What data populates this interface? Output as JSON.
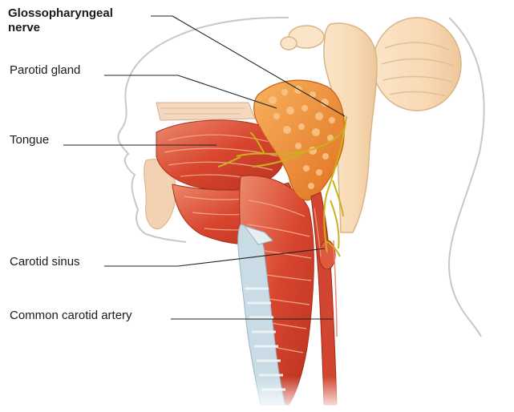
{
  "labels": {
    "glossopharyngeal_line1": "Glossopharyngeal",
    "glossopharyngeal_line2": "nerve",
    "parotid_gland": "Parotid gland",
    "tongue": "Tongue",
    "carotid_sinus": "Carotid sinus",
    "common_carotid_artery": "Common carotid artery"
  },
  "colors": {
    "muscle": "#d8452e",
    "muscle_light": "#ec8a6d",
    "gland": "#f0892c",
    "gland_light": "#f8b25e",
    "brainstem": "#f7d9b4",
    "nerve": "#c9b21a",
    "cartilage": "#c9dce6",
    "leader_line": "#222222",
    "outline": "#bdbdbd"
  }
}
